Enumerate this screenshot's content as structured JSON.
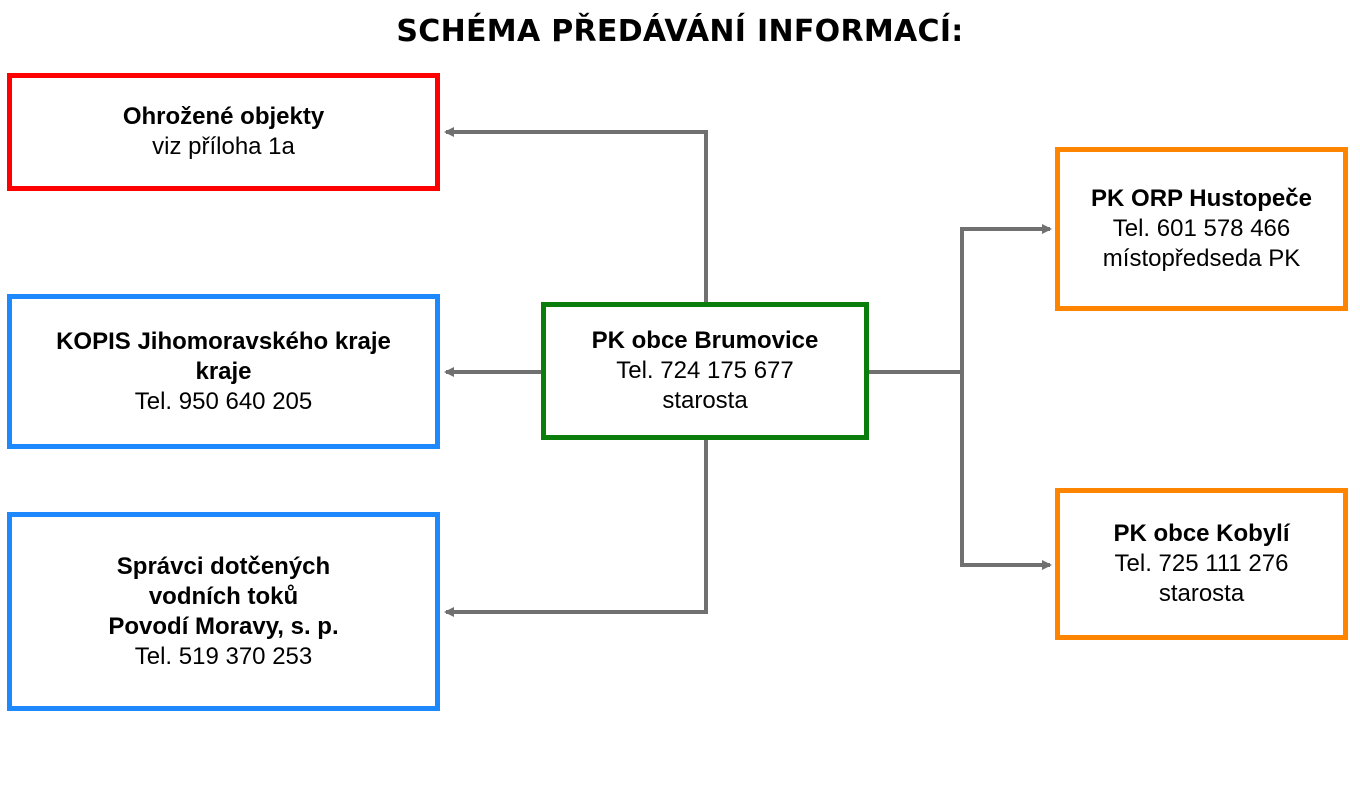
{
  "title": "SCHÉMA PŘEDÁVÁNÍ INFORMACÍ:",
  "colors": {
    "threatened": "#ff0000",
    "authority": "#1e88ff",
    "center": "#0a7d0a",
    "external": "#ff8500",
    "connector": "#707070"
  },
  "nodes": {
    "threatened": {
      "name": "Ohrožené objekty",
      "detail": "viz příloha 1a"
    },
    "kopis": {
      "name_line1": "KOPIS Jihomoravského kraje",
      "name_line2": "kraje",
      "phone": "Tel. 950 640 205"
    },
    "water": {
      "line1": "Správci dotčených",
      "line2": "vodních toků",
      "line3": "Povodí Moravy, s. p.",
      "phone": "Tel. 519 370 253"
    },
    "center": {
      "name": "PK obce Brumovice",
      "phone": "Tel. 724 175 677",
      "role": "starosta"
    },
    "orp": {
      "name": "PK ORP Hustopeče",
      "phone": "Tel. 601 578 466",
      "role": "místopředseda PK"
    },
    "kobyli": {
      "name": "PK obce Kobylí",
      "phone": "Tel. 725 111 276",
      "role": "starosta"
    }
  }
}
